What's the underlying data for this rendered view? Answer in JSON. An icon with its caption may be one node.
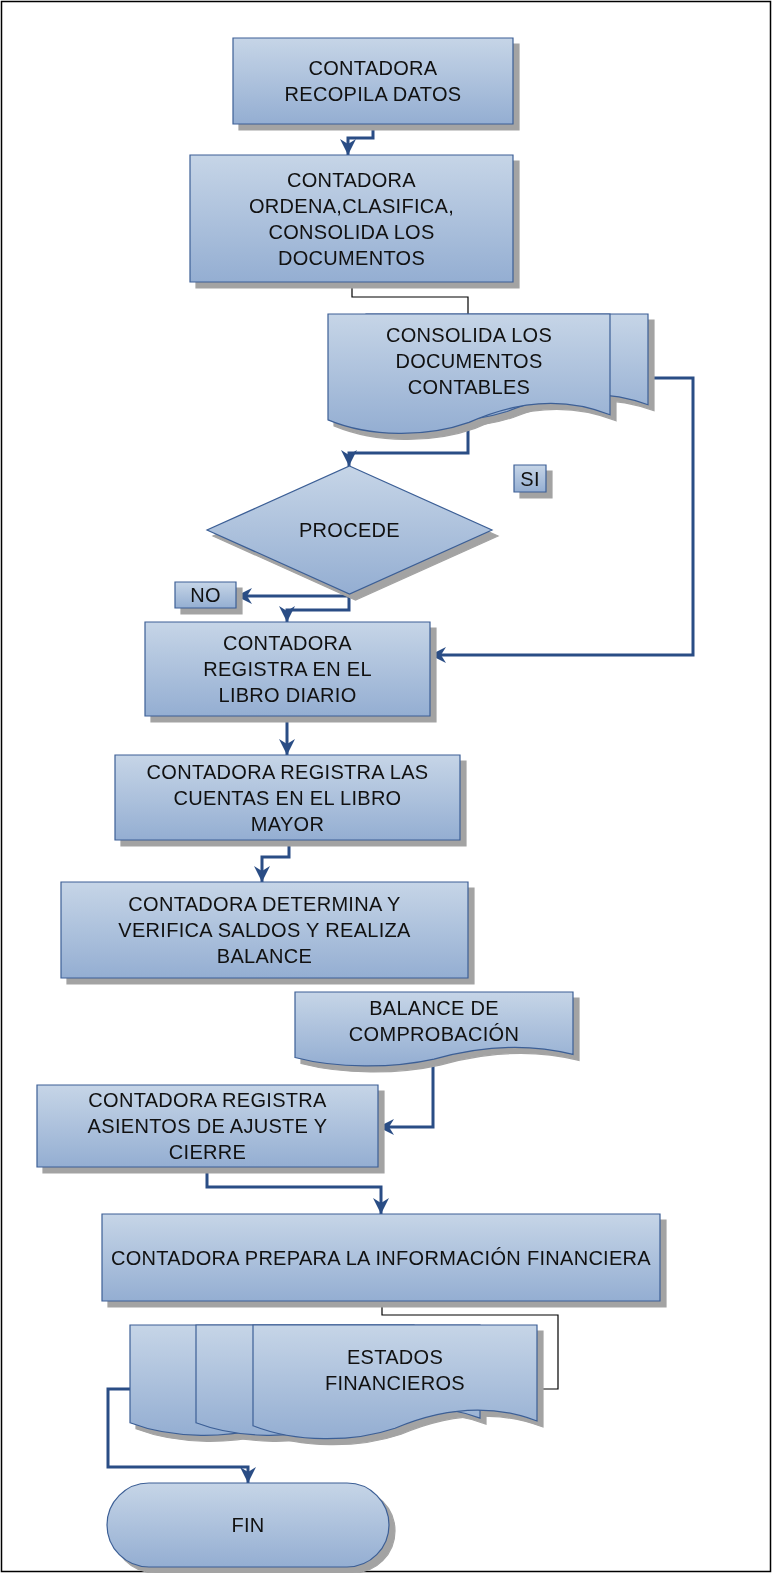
{
  "diagram": {
    "nodes": [
      {
        "text": [
          "CONTADORA RECOPILA DATOS"
        ]
      },
      {
        "text": [
          "CONTADORA ORDENA,CLASIFICA, CONSOLIDA LOS DOCUMENTOS"
        ]
      },
      {
        "text": [
          "CONSOLIDA LOS DOCUMENTOS CONTABLES"
        ]
      },
      {
        "text": [
          "SI"
        ]
      },
      {
        "text": [
          "PROCEDE"
        ]
      },
      {
        "text": [
          "NO"
        ]
      },
      {
        "text": [
          "CONTADORA REGISTRA EN EL LIBRO DIARIO"
        ]
      },
      {
        "text": [
          "CONTADORA REGISTRA LAS CUENTAS EN EL LIBRO MAYOR"
        ]
      },
      {
        "text": [
          "CONTADORA DETERMINA Y VERIFICA SALDOS Y REALIZA BALANCE"
        ]
      },
      {
        "text": [
          "BALANCE DE COMPROBACIÓN"
        ]
      },
      {
        "text": [
          "CONTADORA REGISTRA ASIENTOS DE AJUSTE Y CIERRE"
        ]
      },
      {
        "text": [
          "CONTADORA PREPARA LA INFORMACIÓN FINANCIERA"
        ]
      },
      {
        "text": [
          "ESTADOS FINANCIEROS"
        ]
      },
      {
        "text": [
          "FIN"
        ]
      }
    ],
    "edges": [
      {
        "from": 0,
        "to": 1,
        "arrow": "to"
      },
      {
        "from": 1,
        "to": 2,
        "arrow": "none",
        "color": "#000000"
      },
      {
        "from": 2,
        "to": 4,
        "arrow": "to"
      },
      {
        "from": 2,
        "to": 6,
        "arrow": "to"
      },
      {
        "from": 4,
        "to": 5,
        "arrow": "to"
      },
      {
        "from": 4,
        "to": 6,
        "arrow": "to"
      },
      {
        "from": 6,
        "to": 7,
        "arrow": "to"
      },
      {
        "from": 7,
        "to": 8,
        "arrow": "to"
      },
      {
        "from": 9,
        "to": 10,
        "arrow": "to"
      },
      {
        "from": 10,
        "to": 11,
        "arrow": "to"
      },
      {
        "from": 11,
        "to": 12,
        "arrow": "none",
        "color": "#000000"
      },
      {
        "from": 12,
        "to": 13,
        "arrow": "to"
      }
    ]
  }
}
